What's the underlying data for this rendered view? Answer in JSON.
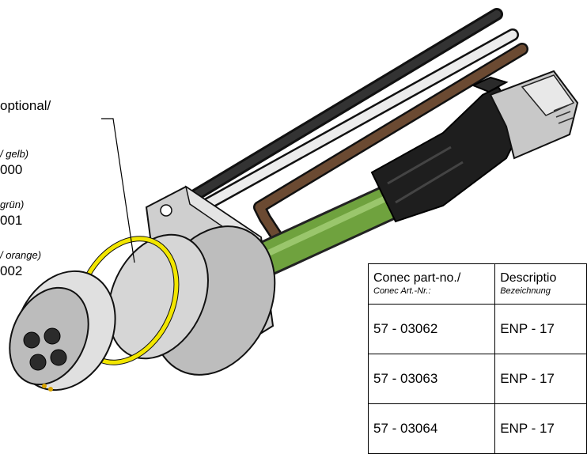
{
  "callout": {
    "title": "optional/",
    "options": [
      {
        "color_label": "/ gelb)",
        "number": "000"
      },
      {
        "color_label": "grün)",
        "number": "001"
      },
      {
        "color_label": "/ orange)",
        "number": "002"
      }
    ]
  },
  "table": {
    "headers": [
      {
        "main": "Conec part-no./",
        "sub": "Conec Art.-Nr.:"
      },
      {
        "main": "Descriptio",
        "sub": "Bezeichnung"
      }
    ],
    "rows": [
      {
        "part": "57 - 03062",
        "desc": "ENP - 17"
      },
      {
        "part": "57 - 03063",
        "desc": "ENP - 17"
      },
      {
        "part": "57 - 03064",
        "desc": "ENP - 17"
      }
    ]
  },
  "colors": {
    "cable_green": "#6fa23e",
    "cable_black": "#2b2b2b",
    "cable_white": "#e6e6e6",
    "cable_brown": "#6b4a32",
    "ring_yellow": "#f2e600",
    "metal": "#c9c9c9"
  }
}
